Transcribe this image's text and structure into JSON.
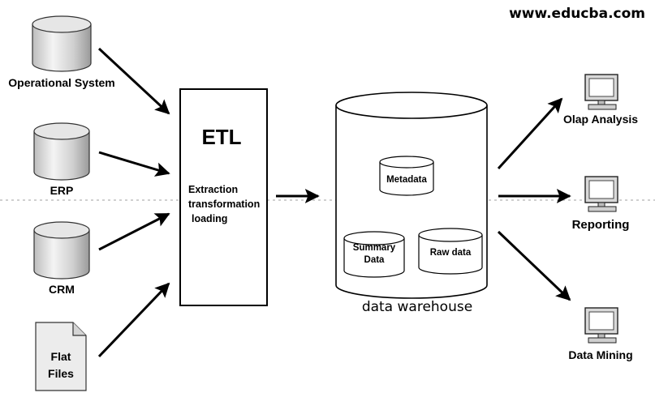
{
  "watermark": "www.educba.com",
  "sources": [
    {
      "label": "Operational System",
      "icon": "database-cylinder-icon"
    },
    {
      "label": "ERP",
      "icon": "database-cylinder-icon"
    },
    {
      "label": "CRM",
      "icon": "database-cylinder-icon"
    },
    {
      "label_line1": "Flat",
      "label_line2": "Files",
      "icon": "document-icon"
    }
  ],
  "etl": {
    "title": "ETL",
    "line1": "Extraction",
    "line2": "transformation",
    "line3": "loading"
  },
  "warehouse": {
    "label": "data warehouse",
    "metadata": "Metadata",
    "summary_line1": "Summary",
    "summary_line2": "Data",
    "raw": "Raw data"
  },
  "outputs": [
    {
      "label": "Olap Analysis",
      "icon": "computer-monitor-icon"
    },
    {
      "label": "Reporting",
      "icon": "computer-monitor-icon"
    },
    {
      "label": "Data Mining",
      "icon": "computer-monitor-icon"
    }
  ]
}
